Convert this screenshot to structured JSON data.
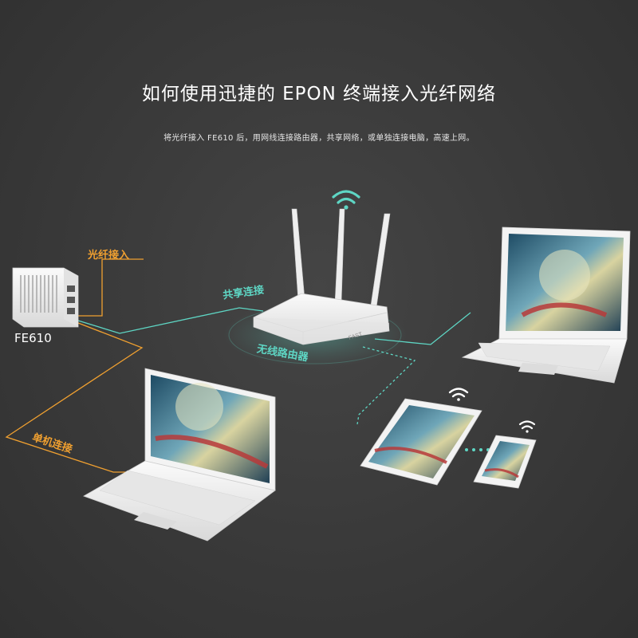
{
  "header": {
    "title": "如何使用迅捷的 EPON 终端接入光纤网络",
    "subtitle": "将光纤接入 FE610 后，用网线连接路由器，共享网络，或单独连接电脑，高速上网。"
  },
  "labels": {
    "fiber_in": "光纤接入",
    "device_model": "FE610",
    "shared_connection": "共享连接",
    "wireless_router": "无线路由器",
    "single_connection": "单机连接",
    "router_brand": "FAST"
  },
  "colors": {
    "background": "#3a3a3a",
    "fiber_line": "#f0a030",
    "network_line": "#5ed6c4",
    "device_body": "#f2f2f2"
  },
  "icons": [
    "wifi-icon",
    "router-icon",
    "onu-device-icon",
    "laptop-icon",
    "tablet-icon",
    "phone-icon"
  ]
}
